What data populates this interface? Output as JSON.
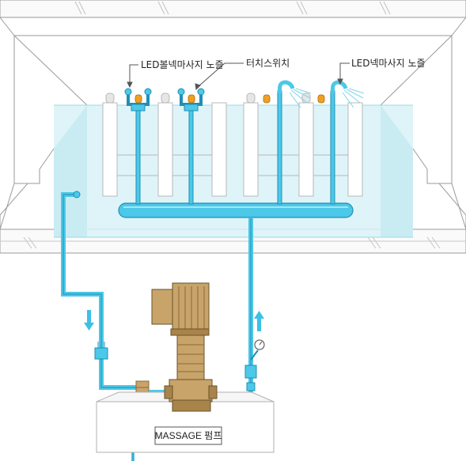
{
  "labels": {
    "led_bubble_massage": "LED볼넥마사지 노즐",
    "touch_switch": "터치스위치",
    "led_neck_massage": "LED넥마사지 노즐",
    "pump": "MASSAGE 펌프"
  },
  "colors": {
    "pipe": "#4cc8e8",
    "pipe_edge": "#1f8fb5",
    "water": "#d8f2f7",
    "pump_body": "#c8a46a",
    "pump_dark": "#8a6a36",
    "touch_switch": "#f0a020",
    "line": "#9a9a9a",
    "arrow": "#3cc0e6"
  }
}
